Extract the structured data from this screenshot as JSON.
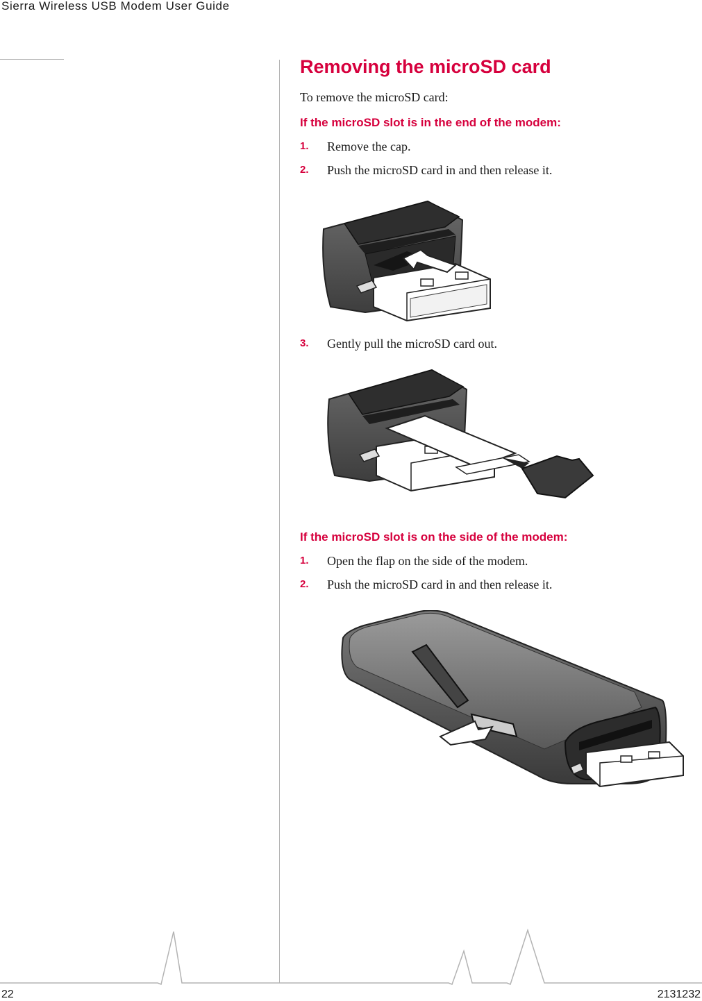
{
  "header": {
    "title": "Sierra Wireless USB Modem User Guide"
  },
  "section": {
    "title": "Removing the microSD card",
    "intro": "To remove the microSD card:"
  },
  "end_slot": {
    "heading": "If the microSD slot is in the end of the modem:",
    "steps": [
      {
        "num": "1.",
        "text": "Remove the cap."
      },
      {
        "num": "2.",
        "text": "Push the microSD card in and then release it."
      },
      {
        "num": "3.",
        "text": "Gently pull the microSD card out."
      }
    ]
  },
  "side_slot": {
    "heading": "If the microSD slot is on the side of the modem:",
    "steps": [
      {
        "num": "1.",
        "text": "Open the flap on the side of the modem."
      },
      {
        "num": "2.",
        "text": "Push the microSD card in and then release it."
      }
    ]
  },
  "footer": {
    "page_number": "22",
    "doc_number": "2131232"
  },
  "colors": {
    "accent": "#d6003d",
    "rule": "#b3b3b3"
  }
}
